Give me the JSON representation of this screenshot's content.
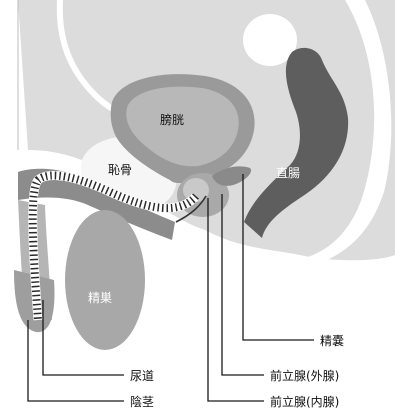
{
  "organ_labels": {
    "bladder": "膀胱",
    "pubic_bone": "恥骨",
    "rectum": "直腸",
    "testis": "精巣"
  },
  "callouts": {
    "seminal_vesicle": "精嚢",
    "prostate_outer": "前立腺(外腺)",
    "urethra": "尿道",
    "penis": "陰茎",
    "prostate_inner": "前立腺(内腺)"
  }
}
